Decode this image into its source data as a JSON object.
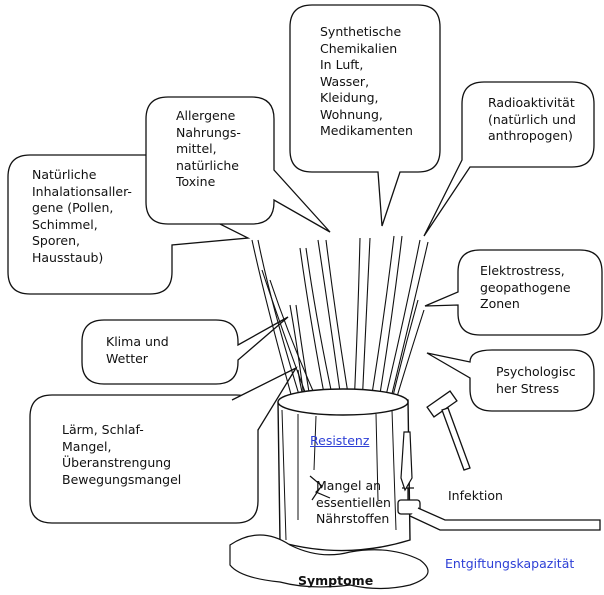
{
  "bubbles": {
    "natuerliche": "Natürliche\nInhalationsaller-\ngene (Pollen,\nSchimmel,\nSporen,\nHausstaub)",
    "allergene": "Allergene\nNahrungs-\nmittel,\nnatürliche\nToxine",
    "synthetische": "Synthetische\nChemikalien\nIn Luft,\nWasser,\nKleidung,\nWohnung,\nMedikamenten",
    "radioaktiv": "Radioaktivität\n(natürlich und\nanthropogen)",
    "elektro": "Elektrostress,\ngeopathogene\nZonen",
    "klima": "Klima und\nWetter",
    "psycho": "Psychologisc\nher Stress",
    "laerm": "Lärm, Schlaf-\nMangel,\nÜberanstrengung\nBewegungsmangel"
  },
  "labels": {
    "resistenz": "Resistenz",
    "mangel": "Mangel an\nessentiellen\nNährstoffen",
    "infektion": "Infektion",
    "entgiftung": "Entgiftungskapazität",
    "symptome": "Symptome"
  },
  "colors": {
    "line": "#111111",
    "accent": "#2d3fd6"
  }
}
